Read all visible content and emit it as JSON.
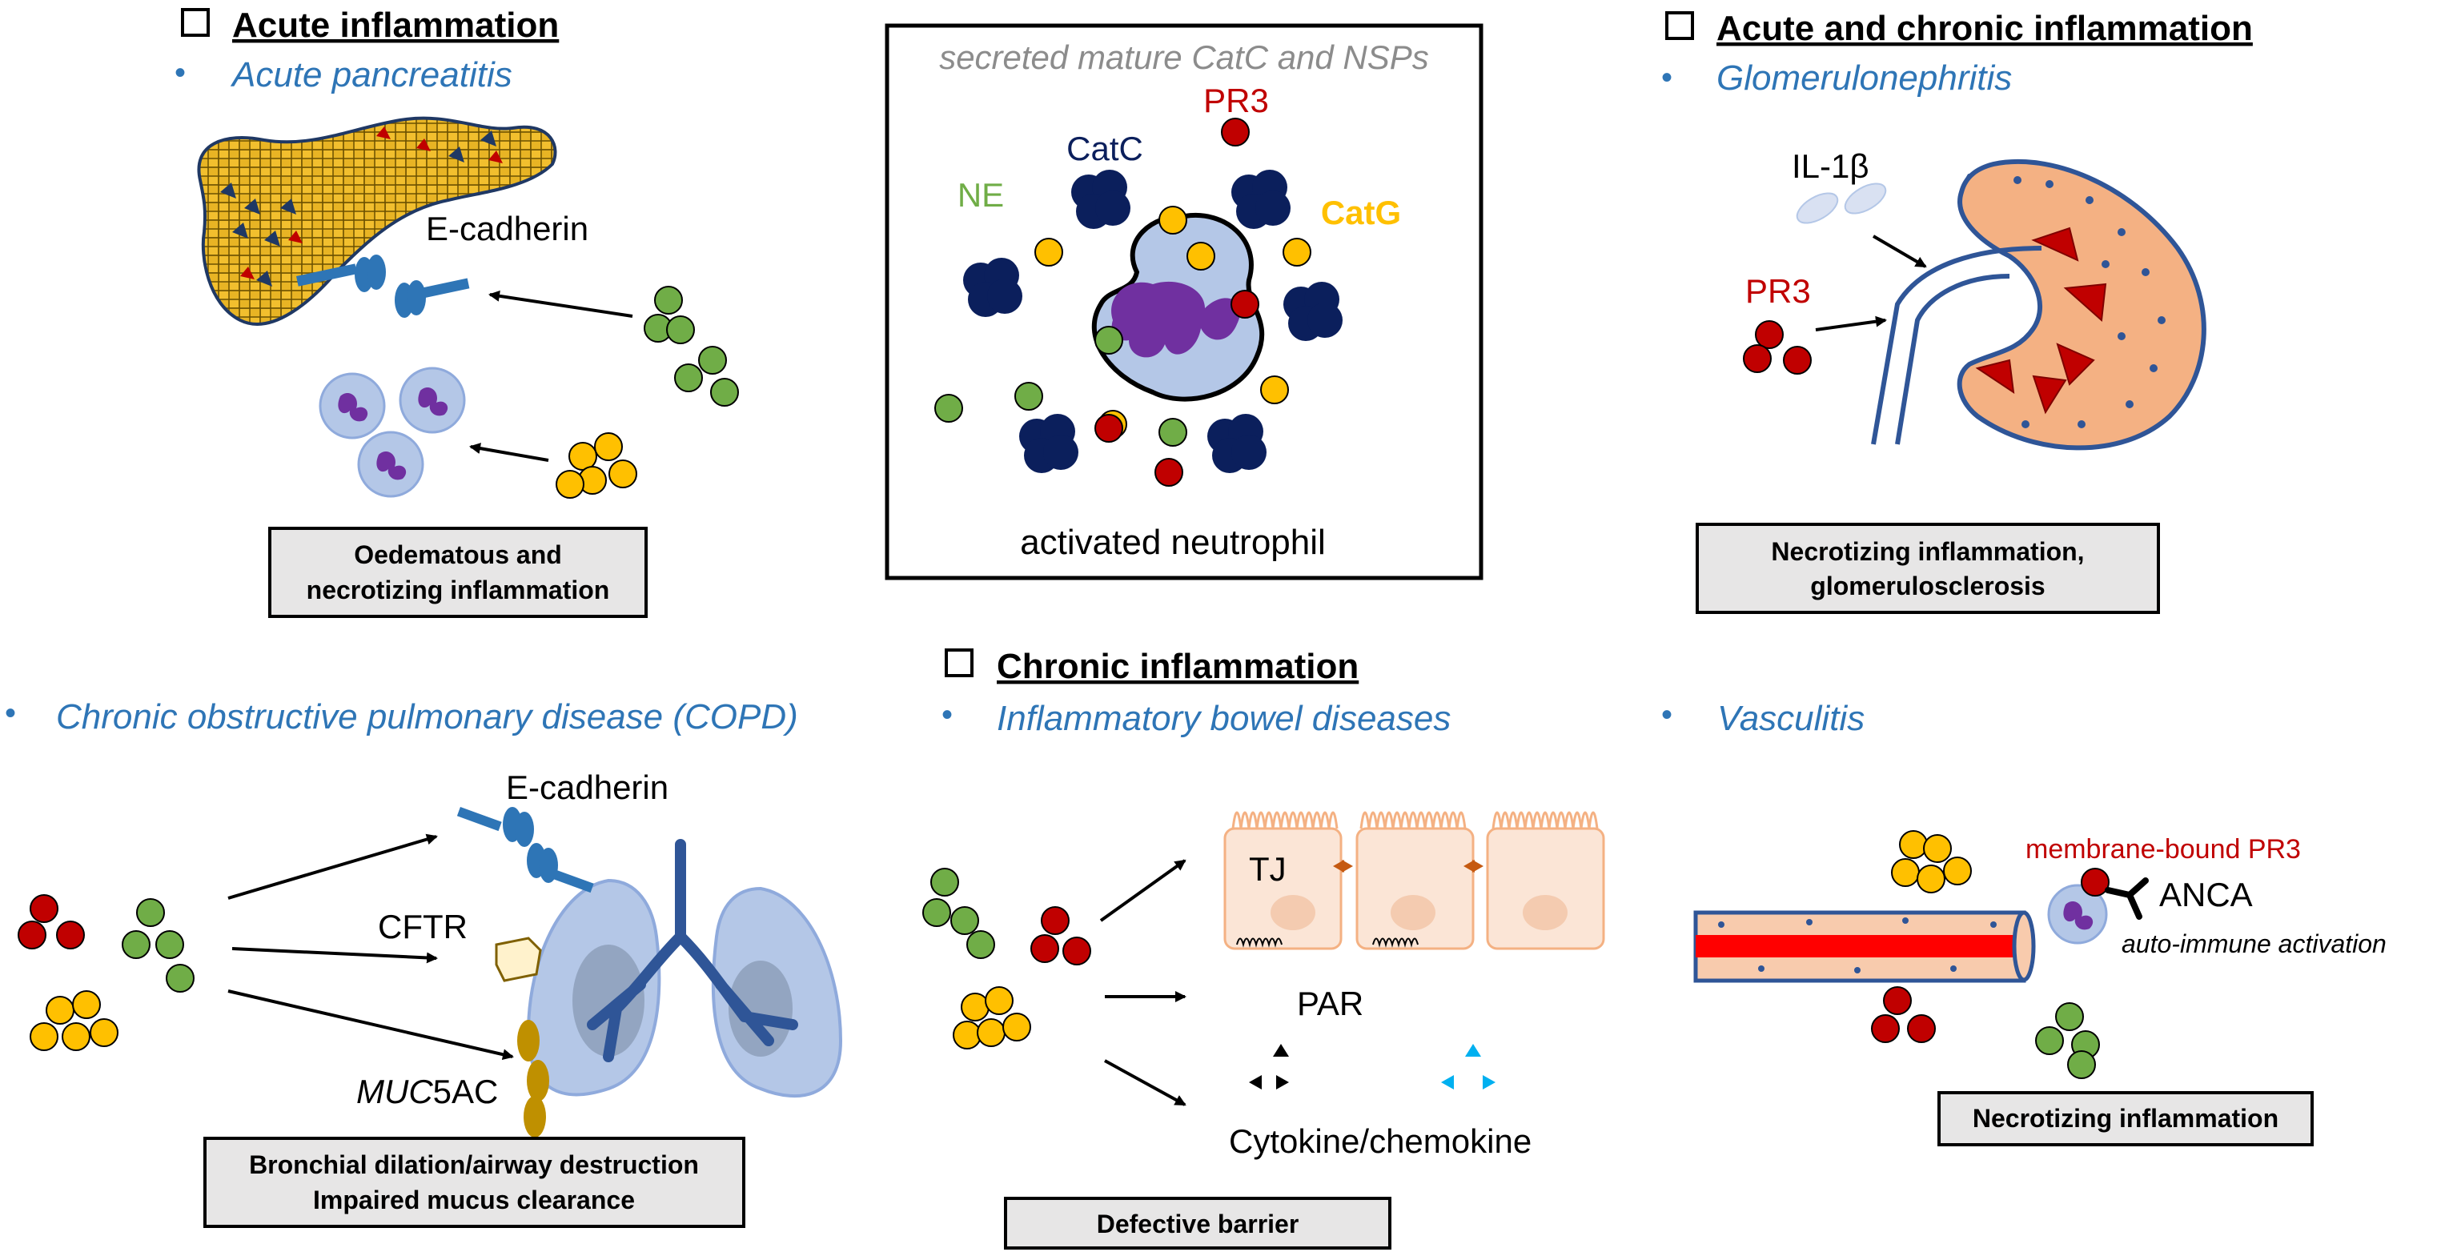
{
  "center_panel": {
    "title": "secreted mature CatC and NSPs",
    "pr3": "PR3",
    "catc": "CatC",
    "ne": "NE",
    "catg": "CatG",
    "caption": "activated neutrophil"
  },
  "acute": {
    "heading": "Acute inflammation",
    "bullet": "•",
    "disease": "Acute pancreatitis",
    "ecadherin": "E-cadherin",
    "box_line1": "Oedematous and",
    "box_line2": "necrotizing inflammation"
  },
  "acute_chronic": {
    "heading": "Acute and chronic inflammation",
    "bullet": "•",
    "disease": "Glomerulonephritis",
    "il1b": "IL-1β",
    "pr3": "PR3",
    "box_line1": "Necrotizing inflammation,",
    "box_line2": "glomerulosclerosis"
  },
  "chronic": {
    "heading": "Chronic inflammation"
  },
  "copd": {
    "bullet": "•",
    "disease": "Chronic obstructive pulmonary disease (COPD)",
    "ecadherin": "E-cadherin",
    "cftr": "CFTR",
    "muc_italic": "MUC",
    "muc_rest": "5AC",
    "box_line1": "Bronchial dilation/airway destruction",
    "box_line2": "Impaired mucus clearance"
  },
  "ibd": {
    "bullet": "•",
    "disease": "Inflammatory bowel diseases",
    "tj": "TJ",
    "par": "PAR",
    "cytokine": "Cytokine/chemokine",
    "box": "Defective barrier"
  },
  "vasculitis": {
    "bullet": "•",
    "disease": "Vasculitis",
    "membrane_pr3": "membrane-bound  PR3",
    "anca": "ANCA",
    "autoimmune": "auto-immune activation",
    "box": "Necrotizing inflammation"
  },
  "colors": {
    "ne_green": "#70ad47",
    "catg_yellow": "#ffc000",
    "pr3_red": "#c00000",
    "catc_navy": "#0b1f5c",
    "disease_blue": "#2e75b6",
    "box_fill": "#e7e6e6"
  }
}
